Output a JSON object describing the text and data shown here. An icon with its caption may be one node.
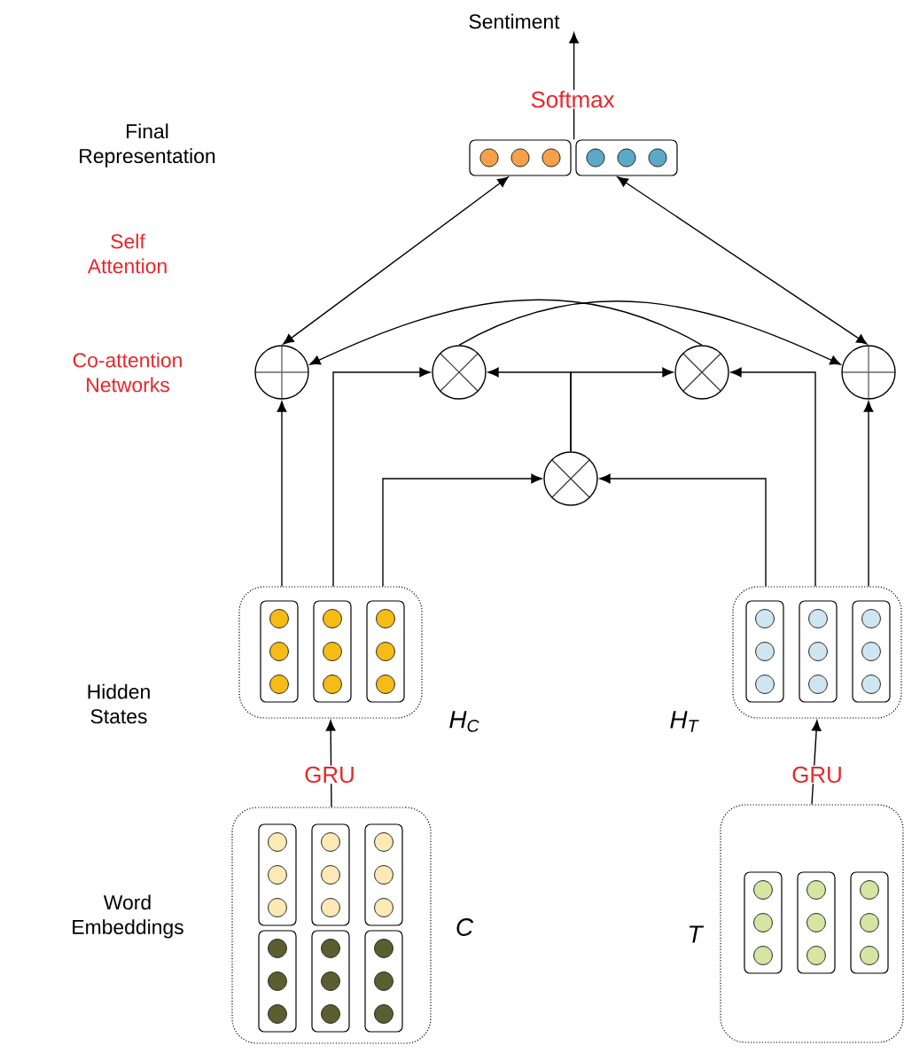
{
  "diagram": {
    "nodes": [
      {
        "text": [
          "Sentiment"
        ]
      },
      {
        "text": [],
        "shape": "box"
      },
      {
        "text": [],
        "shape": "box"
      },
      {
        "text": [],
        "shape": "circle"
      },
      {
        "text": [],
        "shape": "circle"
      },
      {
        "text": [],
        "shape": "circle"
      },
      {
        "text": [],
        "shape": "circle"
      },
      {
        "text": [],
        "shape": "circle"
      },
      {
        "text": [],
        "shape": "box",
        "beside": [
          "H$_{C}$"
        ]
      },
      {
        "text": [],
        "shape": "box",
        "beside": [
          "H$_{T}$"
        ]
      },
      {
        "text": [],
        "shape": "box",
        "beside": [
          "C"
        ]
      },
      {
        "text": [],
        "shape": "box",
        "beside": [
          "T"
        ]
      }
    ],
    "edges": [
      {
        "from": 1,
        "to": 0,
        "arrow": "to",
        "label": "Softmax"
      },
      {
        "from": 3,
        "to": 1,
        "arrow": "both"
      },
      {
        "from": 6,
        "to": 2,
        "arrow": "both"
      },
      {
        "from": 5,
        "to": 3,
        "arrow": "to"
      },
      {
        "from": 4,
        "to": 6,
        "arrow": "to"
      },
      {
        "from": 8,
        "to": 3,
        "arrow": "to"
      },
      {
        "from": 8,
        "to": 4,
        "arrow": "to"
      },
      {
        "from": 8,
        "to": 7,
        "arrow": "to"
      },
      {
        "from": 9,
        "to": 7,
        "arrow": "to"
      },
      {
        "from": 9,
        "to": 5,
        "arrow": "to"
      },
      {
        "from": 9,
        "to": 6,
        "arrow": "to"
      },
      {
        "from": 7,
        "to": 4,
        "arrow": "to"
      },
      {
        "from": 7,
        "to": 5,
        "arrow": "to"
      },
      {
        "from": 10,
        "to": 8,
        "arrow": "to",
        "label": "GRU"
      },
      {
        "from": 11,
        "to": 9,
        "arrow": "to",
        "label": "GRU"
      }
    ],
    "labels": [
      "Final Representation",
      "Self Attention",
      "Co-attention Networks",
      "Hidden States",
      "Word Embeddings"
    ]
  }
}
